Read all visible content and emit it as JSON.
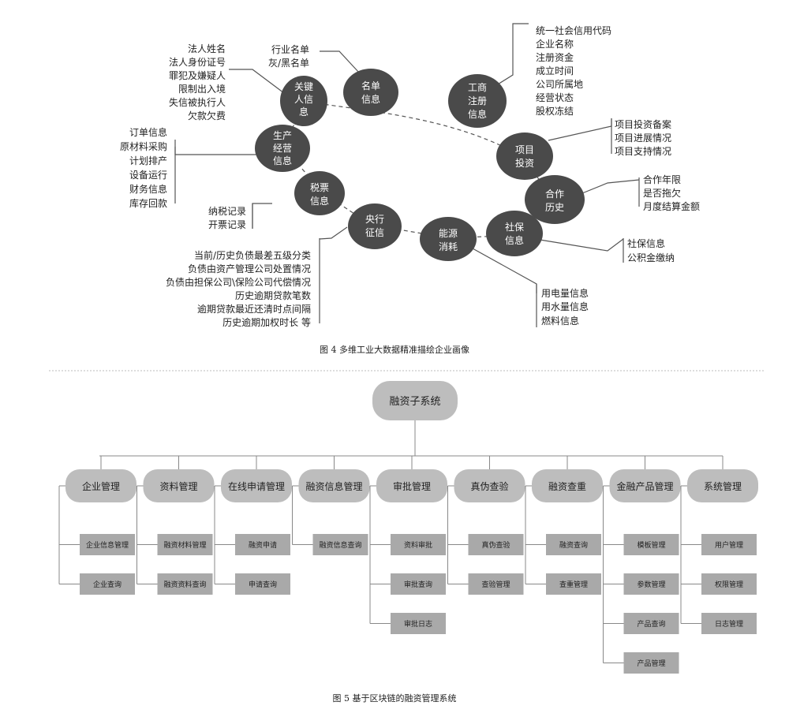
{
  "fig4": {
    "caption": "图 4 多维工业大数据精准描绘企业画像",
    "nodes": {
      "key_person": [
        "关键",
        "人信",
        "息"
      ],
      "blacklist": [
        "名单",
        "信息"
      ],
      "business_reg": [
        "工商",
        "注册",
        "信息"
      ],
      "production": [
        "生产",
        "经营",
        "信息"
      ],
      "project": [
        "项目",
        "投资"
      ],
      "cooperation": [
        "合作",
        "历史"
      ],
      "tax": [
        "税票",
        "信息"
      ],
      "social": [
        "社保",
        "信息"
      ],
      "credit": [
        "央行",
        "征信"
      ],
      "energy": [
        "能源",
        "消耗"
      ]
    },
    "lists": {
      "key_person": [
        "法人姓名",
        "法人身份证号",
        "罪犯及嫌疑人",
        "限制出入境",
        "失信被执行人",
        "欠款欠费"
      ],
      "blacklist": [
        "行业名单",
        "灰/黑名单"
      ],
      "business_reg": [
        "统一社会信用代码",
        "企业名称",
        "注册资金",
        "成立时间",
        "公司所属地",
        "经营状态",
        "股权冻结"
      ],
      "production": [
        "订单信息",
        "原材料采购",
        "计划排产",
        "设备运行",
        "财务信息",
        "库存回款"
      ],
      "project": [
        "项目投资备案",
        "项目进展情况",
        "项目支持情况"
      ],
      "cooperation": [
        "合作年限",
        "是否拖欠",
        "月度结算金额"
      ],
      "tax": [
        "纳税记录",
        "开票记录"
      ],
      "social": [
        "社保信息",
        "公积金缴纳"
      ],
      "credit": [
        "当前/历史负债最差五级分类",
        "负债由资产管理公司处置情况",
        "负债由担保公司\\保险公司代偿情况",
        "历史逾期贷款笔数",
        "逾期贷款最近还清时点间隔",
        "历史逾期加权时长 等"
      ],
      "energy": [
        "用电量信息",
        "用水量信息",
        "燃料信息"
      ]
    }
  },
  "fig5": {
    "caption": "图 5 基于区块链的融资管理系统",
    "root": "融资子系统",
    "modules": [
      {
        "label": "企业管理",
        "subs": [
          "企业信息管理",
          "企业查询"
        ]
      },
      {
        "label": "资料管理",
        "subs": [
          "融资材料管理",
          "融资资料查询"
        ]
      },
      {
        "label": "在线申请管理",
        "subs": [
          "融资申请",
          "申请查询"
        ]
      },
      {
        "label": "融资信息管理",
        "subs": [
          "融资信息查询"
        ]
      },
      {
        "label": "审批管理",
        "subs": [
          "资料审批",
          "审批查询",
          "审批日志"
        ]
      },
      {
        "label": "真伪查验",
        "subs": [
          "真伪查验",
          "查验管理"
        ]
      },
      {
        "label": "融资查重",
        "subs": [
          "融资查询",
          "查重管理"
        ]
      },
      {
        "label": "金融产品管理",
        "subs": [
          "模板管理",
          "参数管理",
          "产品查询",
          "产品管理"
        ]
      },
      {
        "label": "系统管理",
        "subs": [
          "用户管理",
          "权限管理",
          "日志管理"
        ]
      }
    ]
  },
  "colors": {
    "node": "#4a4a4a",
    "box": "#bdbdbd",
    "sub": "#a9a9a9",
    "line": "#555555"
  }
}
